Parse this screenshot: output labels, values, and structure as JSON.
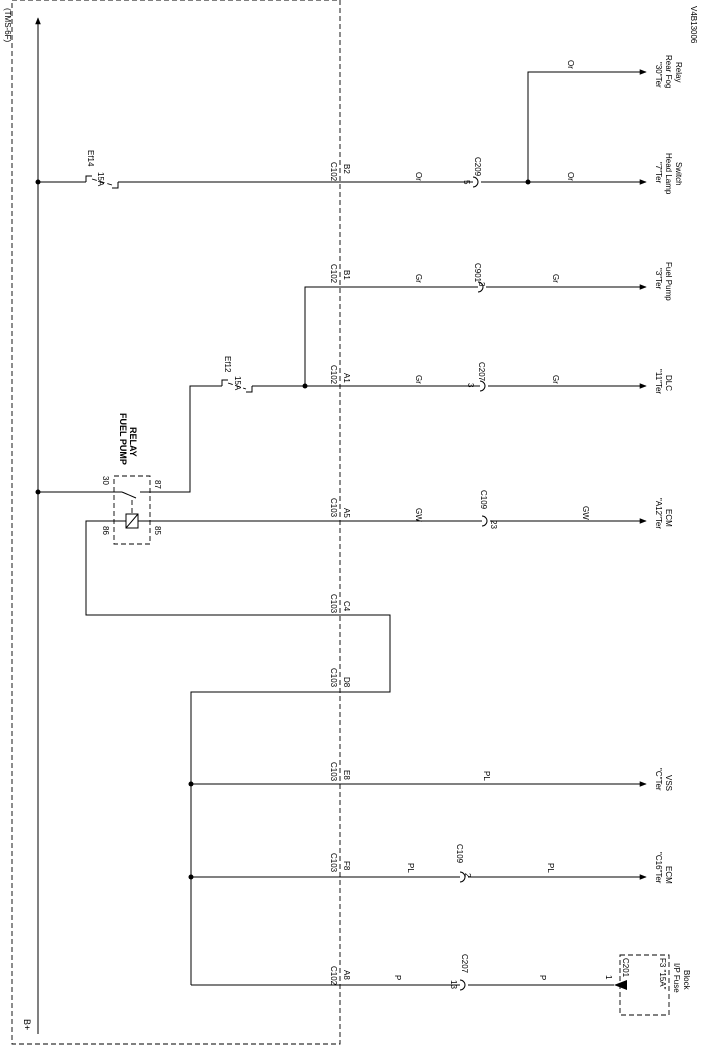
{
  "diagram_id": "V4B13006",
  "source_label": "(TMS-6F)",
  "battery_label": "B+",
  "relay": {
    "title_1": "FUEL PUMP",
    "title_2": "RELAY",
    "pin_30": "30",
    "pin_87": "87",
    "pin_86": "86",
    "pin_85": "85"
  },
  "fuses": {
    "ef14": {
      "name": "Ef14",
      "rating": "15A"
    },
    "ef12": {
      "name": "Ef12",
      "rating": "15A"
    }
  },
  "ip_fuse": {
    "connector": "C201",
    "pin": "1",
    "fuse": "F3 \"15A\"",
    "block_1": "I/P Fuse",
    "block_2": "Block"
  },
  "circuits": [
    {
      "key": "rearfog",
      "wire": "Or",
      "dest_1": "\"30\"Ter",
      "dest_2": "Rear Fog",
      "dest_3": "Relay"
    },
    {
      "key": "headlamp",
      "conn": "C102",
      "pin": "B2",
      "wire_1": "Or",
      "splice_conn": "C209",
      "splice_pin": "5",
      "wire_2": "Or",
      "dest_1": "\"7\"Ter",
      "dest_2": "Head Lamp",
      "dest_3": "Switch"
    },
    {
      "key": "fuelpump",
      "conn": "C102",
      "pin": "B1",
      "wire_1": "Gr",
      "splice_conn": "C901",
      "splice_pin": "3",
      "wire_2": "Gr",
      "dest_1": "\"3\"Ter",
      "dest_2": "Fuel Pump"
    },
    {
      "key": "dlc",
      "conn": "C102",
      "pin": "A1",
      "wire_1": "Gr",
      "splice_conn": "C207",
      "splice_pin": "3",
      "wire_2": "Gr",
      "dest_1": "\"11\"Ter",
      "dest_2": "DLC"
    },
    {
      "key": "ecm_a12",
      "conn": "C103",
      "pin": "A5",
      "wire_1": "GW",
      "splice_conn": "C109",
      "splice_pin": "23",
      "wire_2": "GW",
      "dest_1": "\"A12\"Ter",
      "dest_2": "ECM"
    },
    {
      "key": "c4",
      "conn": "C103",
      "pin": "C4"
    },
    {
      "key": "d8",
      "conn": "C103",
      "pin": "D8"
    },
    {
      "key": "vss",
      "conn": "C103",
      "pin": "E8",
      "wire_1": "PL",
      "dest_1": "\"C\"Ter",
      "dest_2": "VSS"
    },
    {
      "key": "ecm_c16",
      "conn": "C103",
      "pin": "F8",
      "wire_1": "PL",
      "splice_conn": "C109",
      "splice_pin": "2",
      "wire_2": "PL",
      "dest_1": "\"C16\"Ter",
      "dest_2": "ECM"
    },
    {
      "key": "ipfuse",
      "conn": "C102",
      "pin": "A8",
      "wire_1": "P",
      "splice_conn": "C207",
      "splice_pin": "13",
      "wire_2": "P"
    }
  ]
}
